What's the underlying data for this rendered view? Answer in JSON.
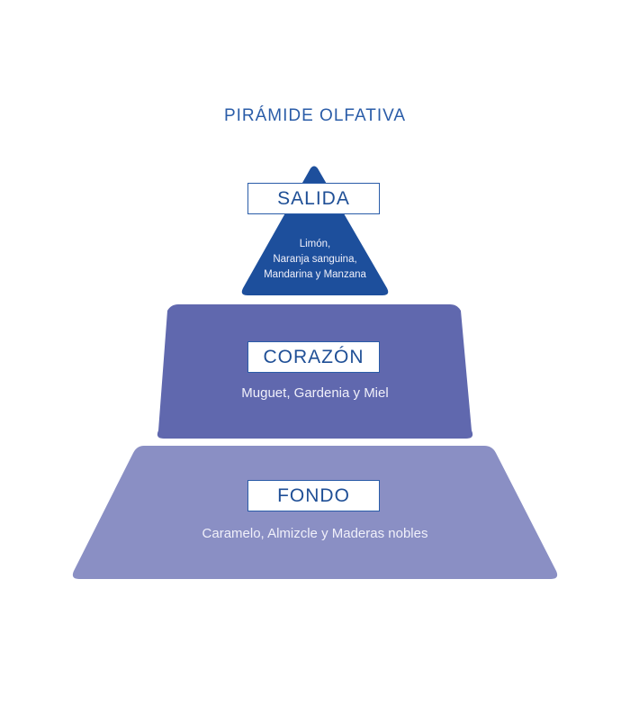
{
  "title": "PIRÁMIDE OLFATIVA",
  "levels": [
    {
      "label": "SALIDA",
      "notes": [
        "Limón,",
        "Naranja sanguina,",
        "Mandarina y Manzana"
      ],
      "color": "#1d4f9c"
    },
    {
      "label": "CORAZÓN",
      "notes": [
        "Muguet, Gardenia y Miel"
      ],
      "color": "#6068ae"
    },
    {
      "label": "FONDO",
      "notes": [
        "Caramelo, Almizcle y Maderas nobles"
      ],
      "color": "#8a8fc4"
    }
  ]
}
